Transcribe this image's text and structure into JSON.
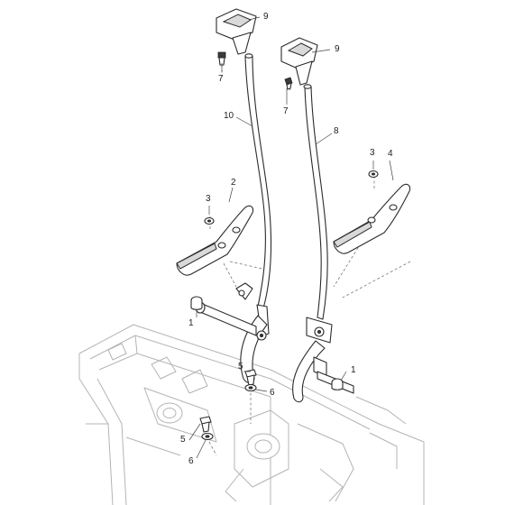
{
  "diagram": {
    "callouts": [
      {
        "id": "label-9a",
        "text": "9"
      },
      {
        "id": "label-9b",
        "text": "9"
      },
      {
        "id": "label-7a",
        "text": "7"
      },
      {
        "id": "label-7b",
        "text": "7"
      },
      {
        "id": "label-10",
        "text": "10"
      },
      {
        "id": "label-8",
        "text": "8"
      },
      {
        "id": "label-3a",
        "text": "3"
      },
      {
        "id": "label-4",
        "text": "4"
      },
      {
        "id": "label-3b",
        "text": "3"
      },
      {
        "id": "label-2",
        "text": "2"
      },
      {
        "id": "label-1a",
        "text": "1"
      },
      {
        "id": "label-1b",
        "text": "1"
      },
      {
        "id": "label-5a",
        "text": "5"
      },
      {
        "id": "label-6a",
        "text": "6"
      },
      {
        "id": "label-5b",
        "text": "5"
      },
      {
        "id": "label-6b",
        "text": "6"
      }
    ]
  }
}
